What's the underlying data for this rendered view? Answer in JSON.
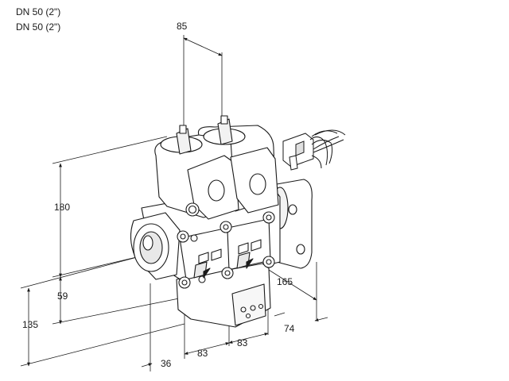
{
  "header": {
    "line1": "DN 50 (2\")",
    "line2": "DN 50 (2\")"
  },
  "dimensions": {
    "d85": "85",
    "d180": "180",
    "d59": "59",
    "d135": "135",
    "d165": "165",
    "d74": "74",
    "d36": "36",
    "d83a": "83",
    "d83b": "83"
  }
}
